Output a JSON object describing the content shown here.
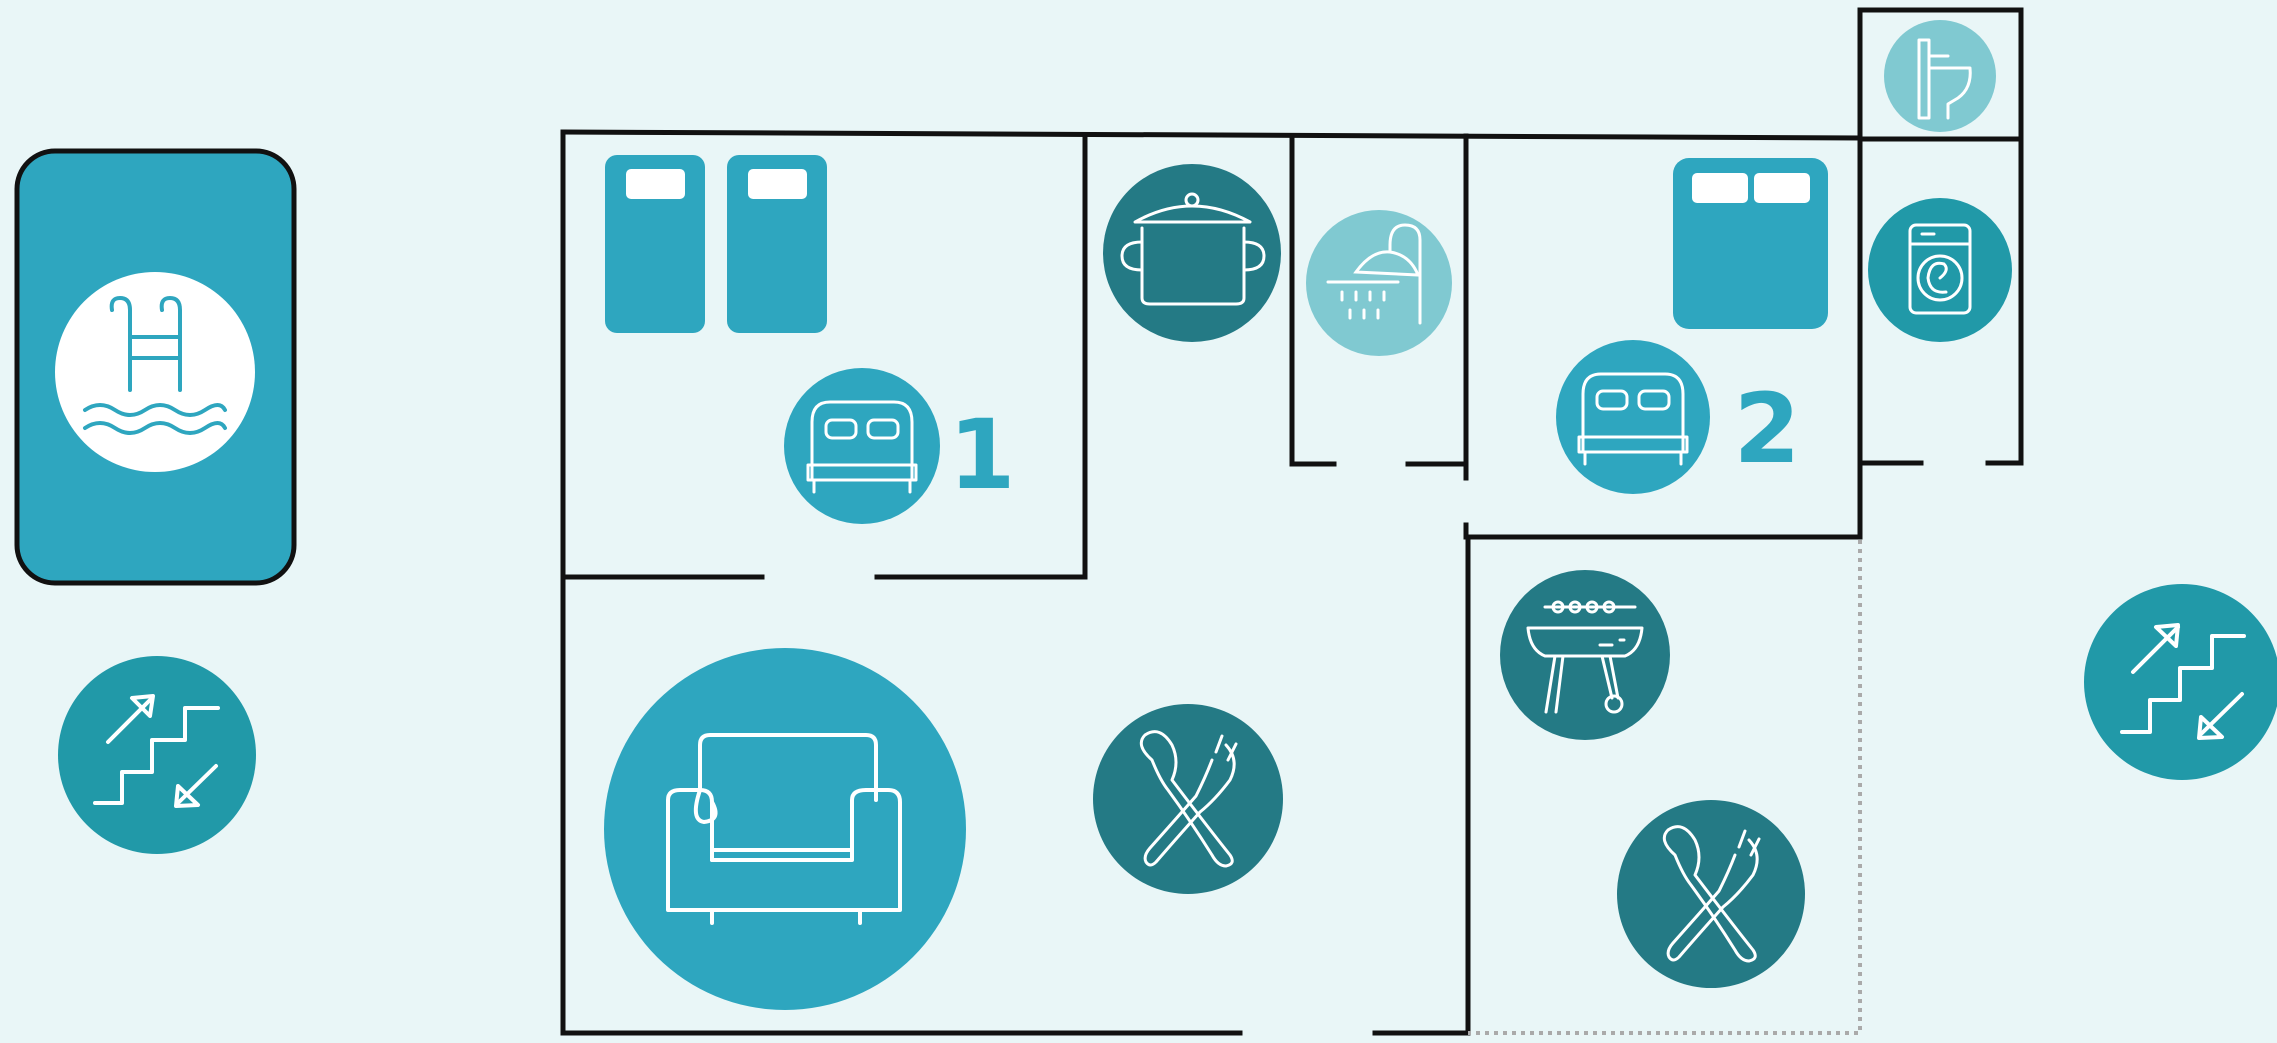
{
  "floorplan": {
    "rooms": [
      {
        "id": "bedroom-1",
        "number": "1",
        "icons": [
          "single-bed-icon",
          "single-bed-icon",
          "double-bed-icon"
        ]
      },
      {
        "id": "bedroom-2",
        "number": "2",
        "icons": [
          "double-bed-icon",
          "double-bed-icon"
        ]
      },
      {
        "id": "kitchen",
        "number": "",
        "icons": [
          "cooking-pot-icon"
        ]
      },
      {
        "id": "bathroom",
        "number": "",
        "icons": [
          "shower-icon"
        ]
      },
      {
        "id": "toilet",
        "number": "",
        "icons": [
          "toilet-icon"
        ]
      },
      {
        "id": "laundry",
        "number": "",
        "icons": [
          "washing-machine-icon"
        ]
      },
      {
        "id": "living-room",
        "number": "",
        "icons": [
          "sofa-icon",
          "dining-icon"
        ]
      },
      {
        "id": "terrace",
        "number": "",
        "icons": [
          "barbecue-icon",
          "dining-icon"
        ]
      }
    ],
    "outside": [
      "swimming-pool-icon",
      "stairs-up-down-icon",
      "stairs-up-down-icon"
    ]
  },
  "colors": {
    "background": "#e9f6f7",
    "wall": "#111111",
    "teal": "#2ea6bf",
    "dark_teal": "#247a85",
    "light_teal": "#80c9d1",
    "mid_teal": "#2199a8",
    "white": "#ffffff",
    "dotted_wall": "#aaaaaa"
  }
}
